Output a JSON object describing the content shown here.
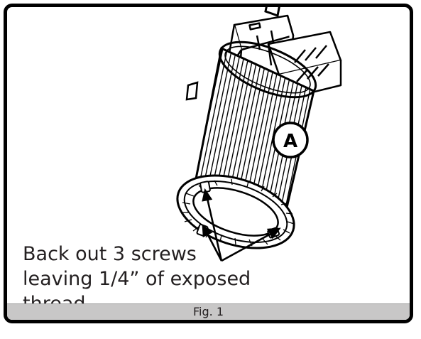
{
  "figure": {
    "callout_label": "A",
    "instruction_lines": [
      "Back out 3 screws",
      "leaving 1/4” of exposed",
      "thread"
    ],
    "caption": "Fig. 1"
  }
}
